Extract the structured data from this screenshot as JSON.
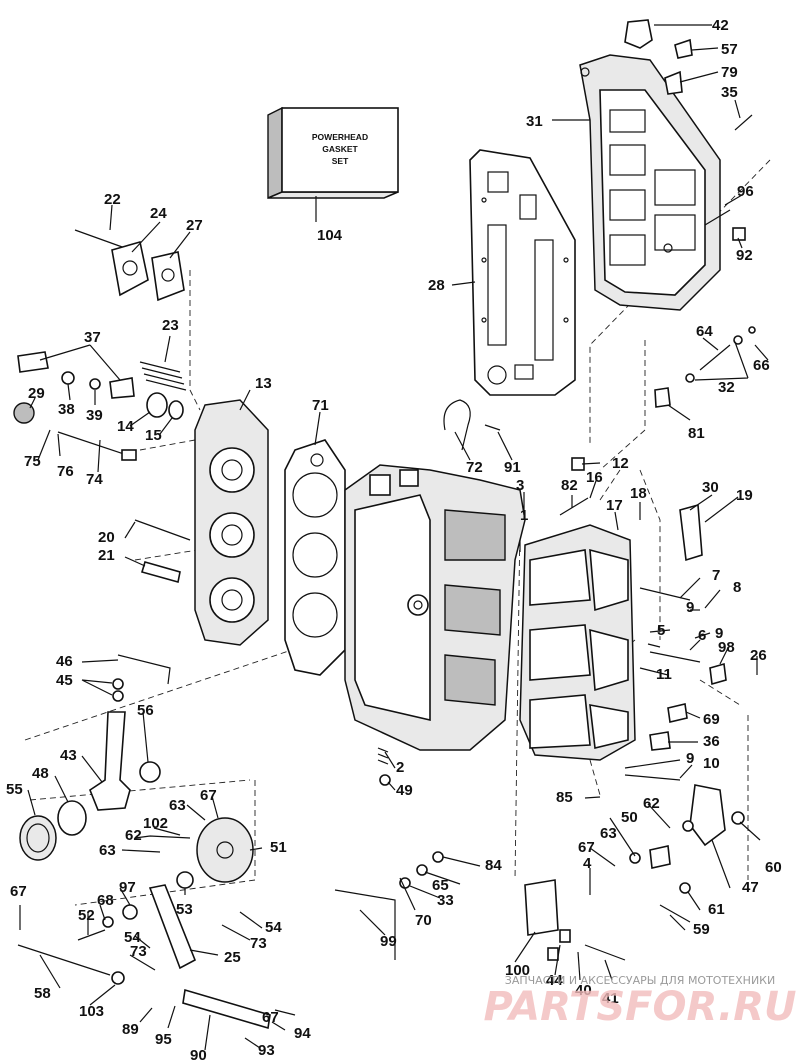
{
  "gasket_set_box": {
    "line1": "POWERHEAD",
    "line2": "GASKET",
    "line3": "SET"
  },
  "callouts": [
    "1",
    "2",
    "3",
    "4",
    "5",
    "6",
    "7",
    "8",
    "9",
    "9",
    "9",
    "10",
    "11",
    "12",
    "13",
    "14",
    "15",
    "16",
    "17",
    "18",
    "19",
    "20",
    "21",
    "22",
    "23",
    "24",
    "25",
    "26",
    "27",
    "28",
    "29",
    "30",
    "31",
    "32",
    "33",
    "35",
    "36",
    "37",
    "38",
    "39",
    "40",
    "41",
    "42",
    "43",
    "44",
    "45",
    "46",
    "47",
    "48",
    "49",
    "50",
    "51",
    "52",
    "53",
    "54",
    "54",
    "55",
    "56",
    "57",
    "59",
    "60",
    "61",
    "62",
    "62",
    "63",
    "63",
    "63",
    "64",
    "65",
    "66",
    "67",
    "67",
    "67",
    "67",
    "68",
    "69",
    "70",
    "71",
    "72",
    "73",
    "73",
    "74",
    "75",
    "76",
    "79",
    "81",
    "82",
    "84",
    "85",
    "89",
    "90",
    "91",
    "92",
    "93",
    "94",
    "95",
    "96",
    "97",
    "98",
    "99",
    "100",
    "102",
    "103",
    "104",
    "58"
  ],
  "watermark": {
    "caption": "ЗАПЧАСТИ И АКСЕССУАРЫ ДЛЯ МОТОТЕХНИКИ",
    "brand": "PARTSFOR.RU"
  },
  "colors": {
    "ink": "#111111",
    "watermark_red": "#f2bcbc",
    "watermark_grey": "#9a9a9a"
  }
}
